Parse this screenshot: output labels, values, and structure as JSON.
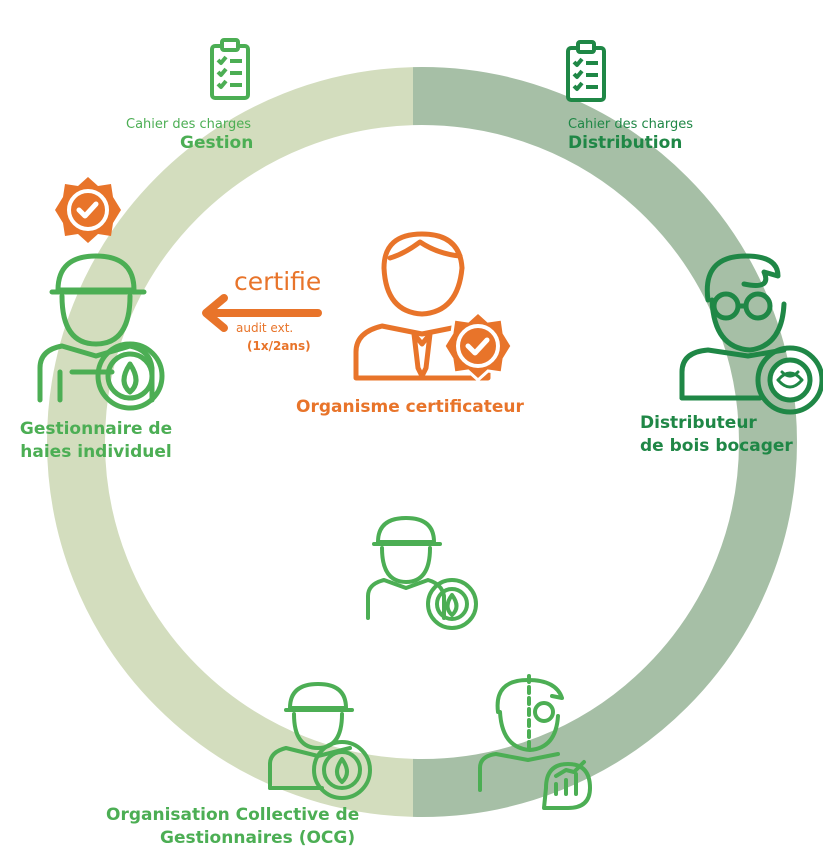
{
  "colors": {
    "ring_left": "#d3ddbe",
    "ring_right": "#a6bfa6",
    "green": "#4cae54",
    "dark_green": "#1f8746",
    "orange": "#e8742a"
  },
  "left_spec": {
    "line1": "Cahier des charges",
    "line2": "Gestion",
    "icon": "clipboard-checklist-icon"
  },
  "right_spec": {
    "line1": "Cahier des charges",
    "line2": "Distribution",
    "icon": "clipboard-checklist-icon"
  },
  "arrow": {
    "main": "certifie",
    "sub": "audit ext.",
    "freq": "(1x/2ans)"
  },
  "center": {
    "label": "Organisme certificateur",
    "icon": "certifier-person-icon"
  },
  "left_actor": {
    "line1": "Gestionnaire de",
    "line2": "haies individuel",
    "icon": "hedge-manager-icon"
  },
  "right_actor": {
    "line1": "Distributeur",
    "line2": "de bois bocager",
    "icon": "wood-distributor-icon"
  },
  "bottom_label": {
    "line1": "Organisation Collective de",
    "line2": "Gestionnaires (OCG)"
  }
}
